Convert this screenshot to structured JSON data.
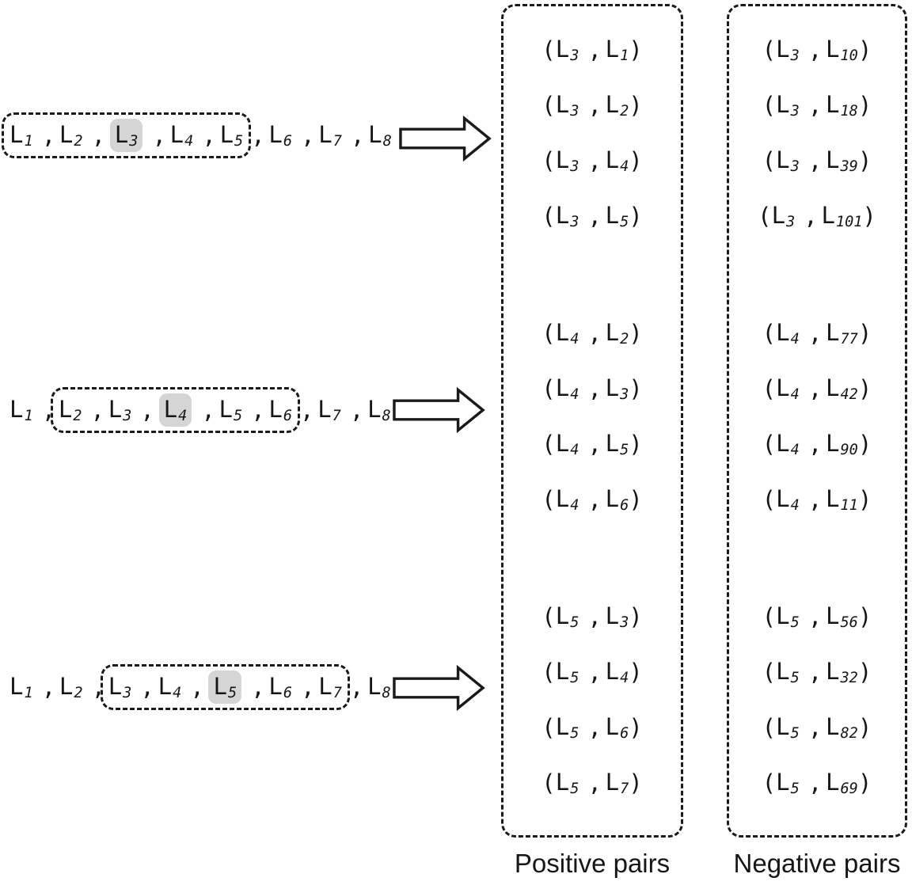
{
  "diagram": {
    "colors": {
      "background": "#ffffff",
      "text": "#161616",
      "border": "#1a1a1a",
      "highlight": "#d5d5d5"
    },
    "sequences": [
      {
        "before": [],
        "window": [
          "L_1",
          "L_2",
          "L_3",
          "L_4",
          "L_5"
        ],
        "center": "L_3",
        "after": [
          "L_6",
          "L_7",
          "L_8"
        ]
      },
      {
        "before": [
          "L_1"
        ],
        "window": [
          "L_2",
          "L_3",
          "L_4",
          "L_5",
          "L_6"
        ],
        "center": "L_4",
        "after": [
          "L_7",
          "L_8"
        ]
      },
      {
        "before": [
          "L_1",
          "L_2"
        ],
        "window": [
          "L_3",
          "L_4",
          "L_5",
          "L_6",
          "L_7"
        ],
        "center": "L_5",
        "after": [
          "L_8"
        ]
      }
    ],
    "columns": {
      "positive": {
        "label": "Positive pairs",
        "groups": [
          [
            [
              "L_3",
              "L_1"
            ],
            [
              "L_3",
              "L_2"
            ],
            [
              "L_3",
              "L_4"
            ],
            [
              "L_3",
              "L_5"
            ]
          ],
          [
            [
              "L_4",
              "L_2"
            ],
            [
              "L_4",
              "L_3"
            ],
            [
              "L_4",
              "L_5"
            ],
            [
              "L_4",
              "L_6"
            ]
          ],
          [
            [
              "L_5",
              "L_3"
            ],
            [
              "L_5",
              "L_4"
            ],
            [
              "L_5",
              "L_6"
            ],
            [
              "L_5",
              "L_7"
            ]
          ]
        ]
      },
      "negative": {
        "label": "Negative pairs",
        "groups": [
          [
            [
              "L_3",
              "L_10"
            ],
            [
              "L_3",
              "L_18"
            ],
            [
              "L_3",
              "L_39"
            ],
            [
              "L_3",
              "L_101"
            ]
          ],
          [
            [
              "L_4",
              "L_77"
            ],
            [
              "L_4",
              "L_42"
            ],
            [
              "L_4",
              "L_90"
            ],
            [
              "L_4",
              "L_11"
            ]
          ],
          [
            [
              "L_5",
              "L_56"
            ],
            [
              "L_5",
              "L_32"
            ],
            [
              "L_5",
              "L_82"
            ],
            [
              "L_5",
              "L_69"
            ]
          ]
        ]
      }
    }
  }
}
